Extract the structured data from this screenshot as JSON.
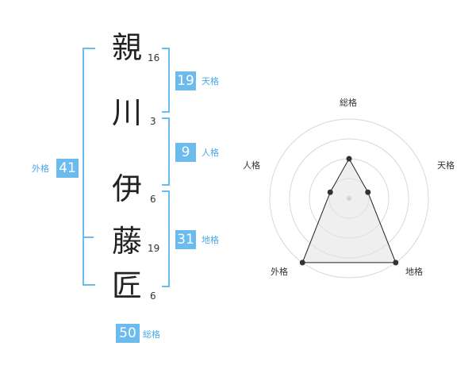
{
  "name": {
    "chars": [
      {
        "kanji": "親",
        "strokes": "16"
      },
      {
        "kanji": "川",
        "strokes": "3"
      },
      {
        "kanji": "伊",
        "strokes": "6"
      },
      {
        "kanji": "藤",
        "strokes": "19"
      },
      {
        "kanji": "匠",
        "strokes": "6"
      }
    ]
  },
  "scores": {
    "tenkaku": {
      "value": "19",
      "label": "天格"
    },
    "jinkaku": {
      "value": "9",
      "label": "人格"
    },
    "chikaku": {
      "value": "31",
      "label": "地格"
    },
    "gaikaku": {
      "value": "41",
      "label": "外格"
    },
    "soukaku": {
      "value": "50",
      "label": "総格"
    }
  },
  "radar": {
    "labels": {
      "top": "総格",
      "upper_right": "天格",
      "upper_left": "人格",
      "lower_right": "地格",
      "lower_left": "外格"
    },
    "rings": 4,
    "values": {
      "soukaku": 0.5,
      "tenkaku": 0.25,
      "chikaku": 1.0,
      "gaikaku": 1.0,
      "jinkaku": 0.25
    },
    "colors": {
      "grid": "#d8d8d8",
      "fill": "#e4e4e4",
      "line": "#222222",
      "point": "#333333"
    }
  }
}
